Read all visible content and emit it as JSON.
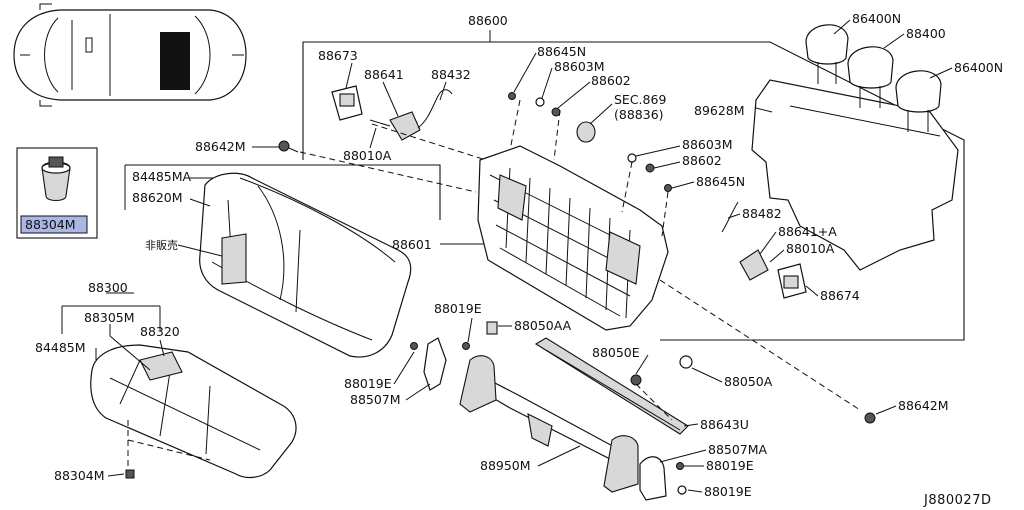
{
  "labels": {
    "p88600": "88600",
    "p88673": "88673",
    "p88641": "88641",
    "p88432": "88432",
    "p88645n_top": "88645N",
    "p88603m_top": "88603M",
    "p88602_top": "88602",
    "sec869": "SEC.869",
    "sec869b": "(88836)",
    "p89628m": "89628M",
    "p86400n_top": "86400N",
    "p88400": "88400",
    "p86400n_right": "86400N",
    "p88642m_top": "88642M",
    "p88010a_left": "88010A",
    "p84485ma": "84485MA",
    "p88620m": "88620M",
    "p88603m_mid": "88603M",
    "p88602_mid": "88602",
    "p88645n_mid": "88645N",
    "p88482": "88482",
    "not_for_sale": "非販売",
    "p88601": "88601",
    "p88641a": "88641+A",
    "p88010a_right": "88010A",
    "p88674": "88674",
    "p88304m_box": "88304M",
    "p88300": "88300",
    "p88305m": "88305M",
    "p88320": "88320",
    "p84485m": "84485M",
    "p88019e_top": "88019E",
    "p88050aa": "88050AA",
    "p88050e": "88050E",
    "p88050a": "88050A",
    "p88019e_left": "88019E",
    "p88507m": "88507M",
    "p88642m_right": "88642M",
    "p88643u": "88643U",
    "p88507ma": "88507MA",
    "p88019e_r1": "88019E",
    "p88950m": "88950M",
    "p88019e_r2": "88019E",
    "p88304m_bottom": "88304M",
    "diagram_ref": "J880027D"
  },
  "colors": {
    "highlight": "#a9b6e6",
    "line": "#111111",
    "gray": "#d8d8d8"
  }
}
